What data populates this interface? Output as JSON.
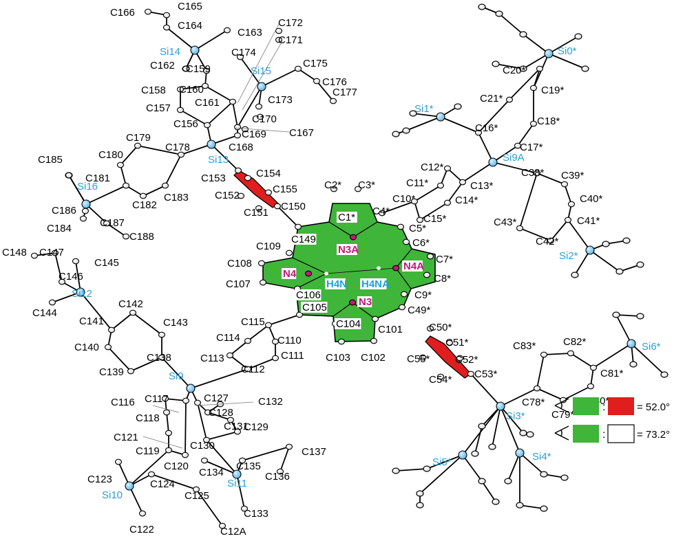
{
  "colors": {
    "carbon_label": "#000000",
    "silicon_label": "#2b9fd6",
    "nitrogen_label": "#c2187a",
    "hydrogen_label": "#22a0d8",
    "core_fill": "#3fb53a",
    "ring_fill": "#e01e1e",
    "atom_fill": "#ffffff",
    "bond": "#000000"
  },
  "legend": [
    {
      "swatch_a": "green",
      "swatch_b": "red",
      "value": "= 52.0°"
    },
    {
      "swatch_a": "green",
      "swatch_b": "white",
      "value": "= 73.2°"
    }
  ],
  "atoms": {
    "C1": "C1*",
    "C2": "C2*",
    "C3": "C3*",
    "C4": "C4*",
    "C5": "C5*",
    "C6": "C6*",
    "C7": "C7*",
    "C8": "C8*",
    "C9": "C9*",
    "C10": "C10*",
    "C11": "C11*",
    "C12": "C12*",
    "C13": "C13*",
    "C14": "C14*",
    "C15": "C15*",
    "C16": "C16*",
    "C17": "C17*",
    "C18": "C18*",
    "C19": "C19*",
    "C20": "C20*",
    "C21": "C21*",
    "C38": "C38*",
    "C39": "C39*",
    "C40": "C40*",
    "C41": "C41*",
    "C42": "C42*",
    "C43": "C43*",
    "C49": "C49*",
    "C50": "C50*",
    "C51": "C51*",
    "C52": "C52*",
    "C53": "C53*",
    "C54": "C54*",
    "C55": "C55*",
    "C78": "C78*",
    "C79": "C79*",
    "C80": "C80*",
    "C81": "C81*",
    "C82": "C82*",
    "C83": "C83*",
    "C101": "C101",
    "C102": "C102",
    "C103": "C103",
    "C104": "C104",
    "C105": "C105",
    "C106": "C106",
    "C107": "C107",
    "C108": "C108",
    "C109": "C109",
    "C110": "C110",
    "C111": "C111",
    "C112": "C112",
    "C113": "C113",
    "C114": "C114",
    "C115": "C115",
    "C116": "C116",
    "C117": "C117",
    "C118": "C118",
    "C119": "C119",
    "C120": "C120",
    "C121": "C121",
    "C122": "C122",
    "C123": "C123",
    "C124": "C124",
    "C125": "C125",
    "C12A": "C12A",
    "C127": "C127",
    "C128": "C128",
    "C129": "C129",
    "C130": "C130",
    "C131": "C131",
    "C132": "C132",
    "C133": "C133",
    "C134": "C134",
    "C135": "C135",
    "C136": "C136",
    "C137": "C137",
    "C138": "C138",
    "C139": "C139",
    "C140": "C140",
    "C141": "C141",
    "C142": "C142",
    "C143": "C143",
    "C144": "C144",
    "C145": "C145",
    "C146": "C146",
    "C147": "C147",
    "C148": "C148",
    "C149": "C149",
    "C150": "C150",
    "C151": "C151",
    "C152": "C152",
    "C153": "C153",
    "C154": "C154",
    "C155": "C155",
    "C156": "C156",
    "C157": "C157",
    "C158": "C158",
    "C159": "C159",
    "C160": "C160",
    "C161": "C161",
    "C162": "C162",
    "C163": "C163",
    "C164": "C164",
    "C165": "C165",
    "C166": "C166",
    "C167": "C167",
    "C168": "C168",
    "C169": "C169",
    "C170": "C170",
    "C171": "C171",
    "C172": "C172",
    "C173": "C173",
    "C174": "C174",
    "C175": "C175",
    "C176": "C176",
    "C177": "C177",
    "C178": "C178",
    "C179": "C179",
    "C180": "C180",
    "C181": "C181",
    "C182": "C182",
    "C183": "C183",
    "C184": "C184",
    "C185": "C185",
    "C186": "C186",
    "C187": "C187",
    "C188": "C188",
    "Si0": "Si0*",
    "Si1": "Si1*",
    "Si2": "Si2*",
    "Si3": "Si3*",
    "Si4": "Si4*",
    "Si5": "Si5*",
    "Si6": "Si6*",
    "Si9A": "Si9A",
    "Si9": "Si9",
    "Si10": "Si10",
    "Si11": "Si11",
    "Si12": "Si12",
    "Si13": "Si13",
    "Si14": "Si14",
    "Si15": "Si15",
    "Si16": "Si16",
    "N3": "N3",
    "N3A": "N3A",
    "N4": "N4",
    "N4A": "N4A",
    "H4N": "H4N",
    "H4NA": "H4NA"
  }
}
